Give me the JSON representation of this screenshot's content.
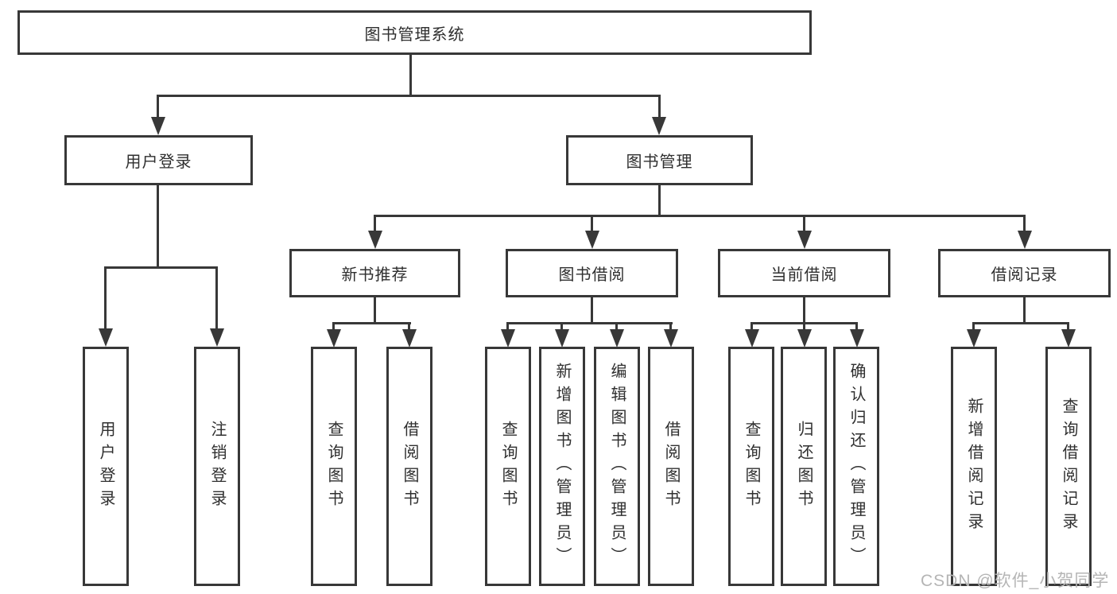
{
  "diagram": {
    "root": {
      "label": "图书管理系统"
    },
    "user_branch": {
      "label": "用户登录",
      "children": [
        {
          "label": "用户登录"
        },
        {
          "label": "注销登录"
        }
      ]
    },
    "book_branch": {
      "label": "图书管理",
      "sections": [
        {
          "label": "新书推荐",
          "children": [
            {
              "label": "查询图书"
            },
            {
              "label": "借阅图书"
            }
          ]
        },
        {
          "label": "图书借阅",
          "children": [
            {
              "label": "查询图书"
            },
            {
              "label": "新增图书（管理员）"
            },
            {
              "label": "编辑图书（管理员）"
            },
            {
              "label": "借阅图书"
            }
          ]
        },
        {
          "label": "当前借阅",
          "children": [
            {
              "label": "查询图书"
            },
            {
              "label": "归还图书"
            },
            {
              "label": "确认归还（管理员）"
            }
          ]
        },
        {
          "label": "借阅记录",
          "children": [
            {
              "label": "新增借阅记录"
            },
            {
              "label": "查询借阅记录"
            }
          ]
        }
      ]
    },
    "watermark": "CSDN @软件_小贺同学",
    "colors": {
      "line": "#383838",
      "text": "#2f2f2f",
      "watermark": "#b5b5b5",
      "background": "#ffffff"
    }
  }
}
